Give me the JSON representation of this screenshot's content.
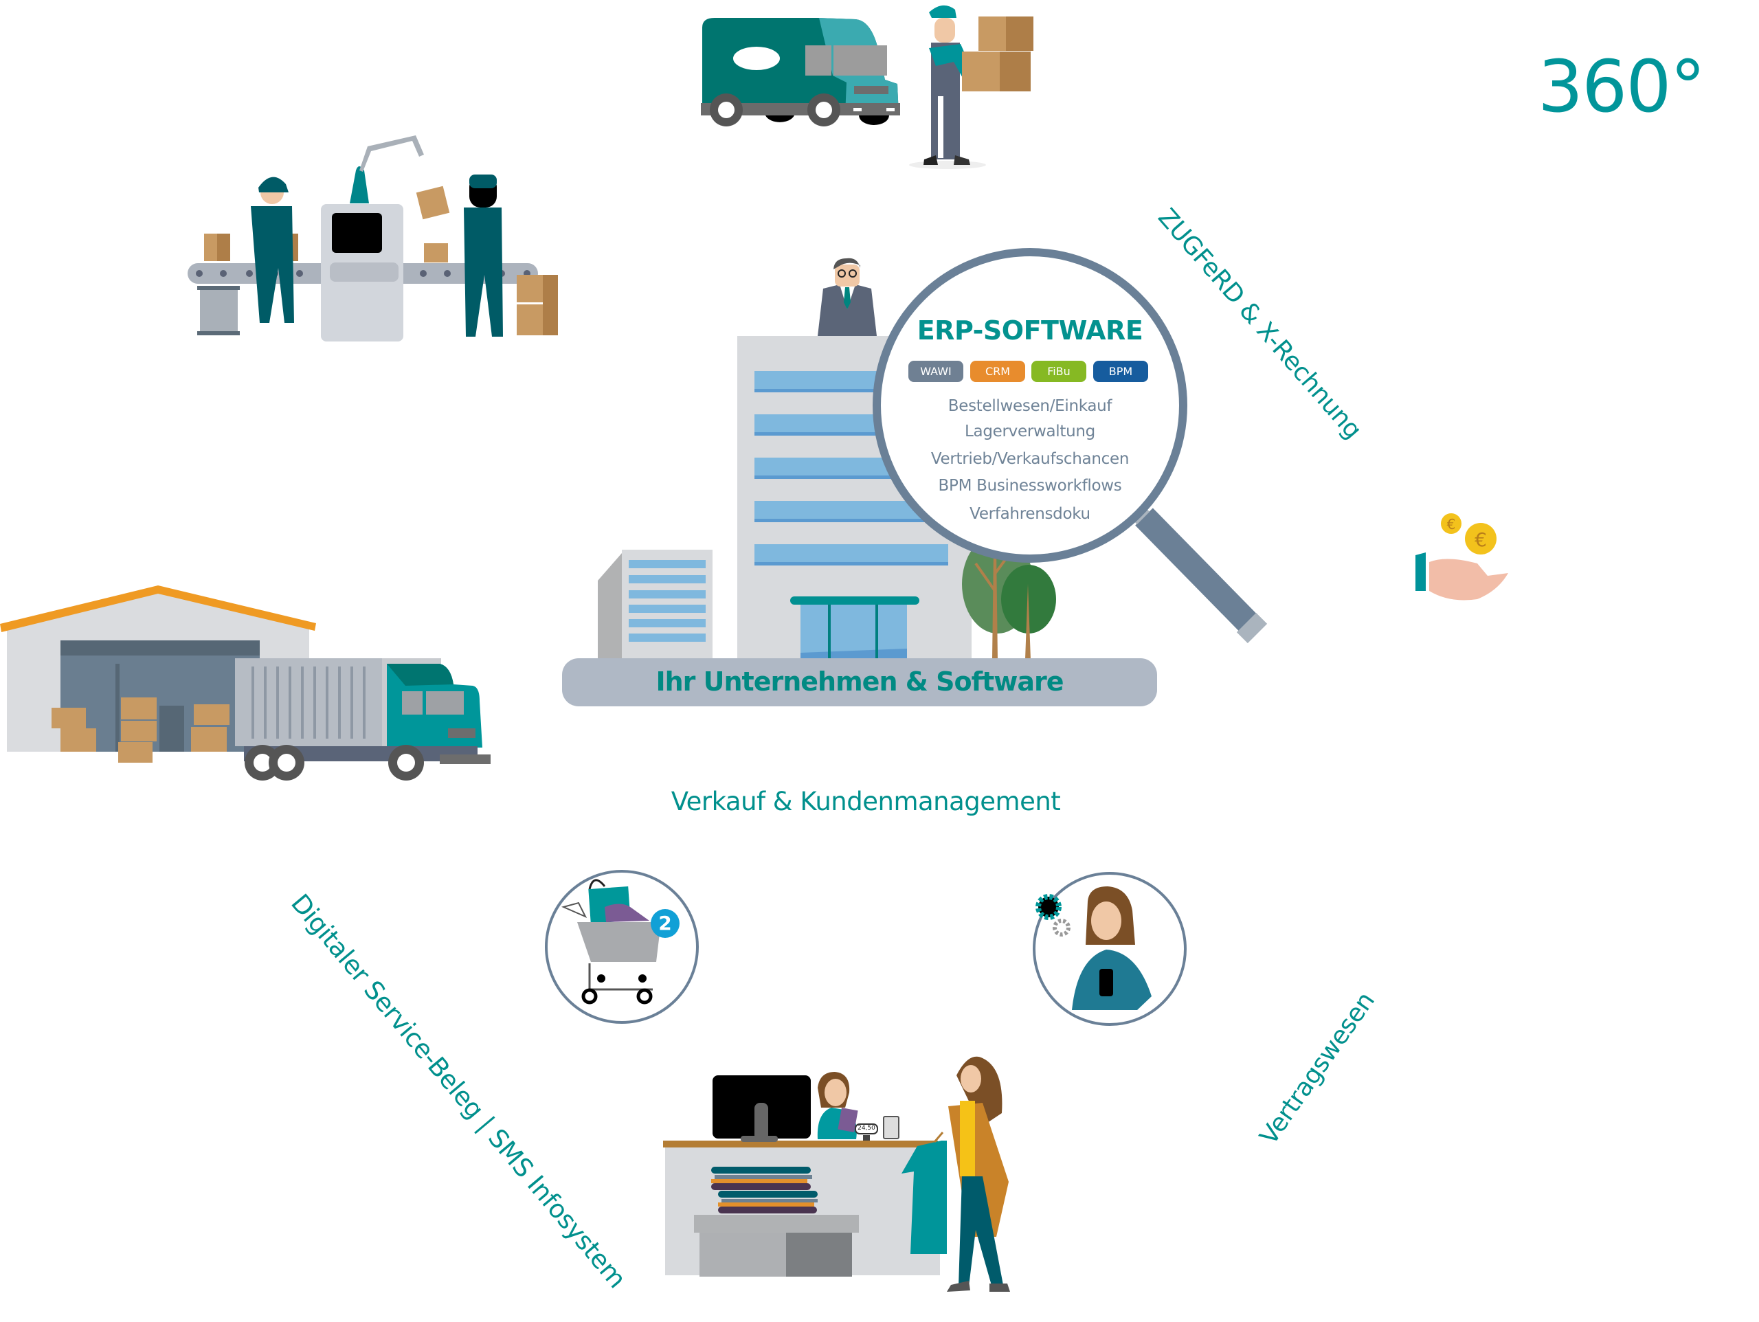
{
  "heading": {
    "degree_label": "360°"
  },
  "center": {
    "bar_label": "Ihr Unternehmen & Software",
    "erp": {
      "title": "ERP-SOFTWARE",
      "tags": [
        {
          "label": "WAWI",
          "color": "#6f8093"
        },
        {
          "label": "CRM",
          "color": "#e88c2d"
        },
        {
          "label": "FiBu",
          "color": "#86b923"
        },
        {
          "label": "BPM",
          "color": "#165c9e"
        }
      ],
      "items": [
        "Bestellwesen/Einkauf",
        "Lagerverwaltung",
        "Vertrieb/Verkaufschancen",
        "BPM Businessworkflows",
        "Verfahrensdoku"
      ]
    }
  },
  "cycle_labels": {
    "zugferd": "ZUGFeRD & X-Rechnung",
    "verkauf": "Verkauf & Kundenmanagement",
    "digital": "Digitaler Service-Beleg | SMS Infosystem",
    "vertrag": "Vertragswesen"
  },
  "illustrations": {
    "cart_badge": "2",
    "coin_symbol": "€",
    "price_display": "24,50"
  },
  "colors": {
    "accent_teal": "#009391",
    "ring": "#6a8097",
    "bar": "#afb8c5"
  }
}
